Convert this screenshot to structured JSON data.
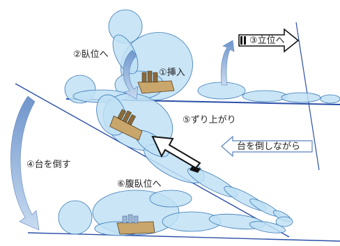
{
  "labels": {
    "step1": "①挿入",
    "step2": "②臥位へ",
    "step3": "③立位へ",
    "step4": "④台を倒す",
    "step5": "⑤ずり上がり",
    "step6": "⑥腹臥位へ",
    "tilt_note": "台を倒しながら"
  },
  "colors": {
    "body_fill": "#bfe0f5",
    "body_stroke": "#3a78b5",
    "arrow_fill": "#8fb3de",
    "line": "#2a4fa8",
    "device": "#c9a66b"
  }
}
